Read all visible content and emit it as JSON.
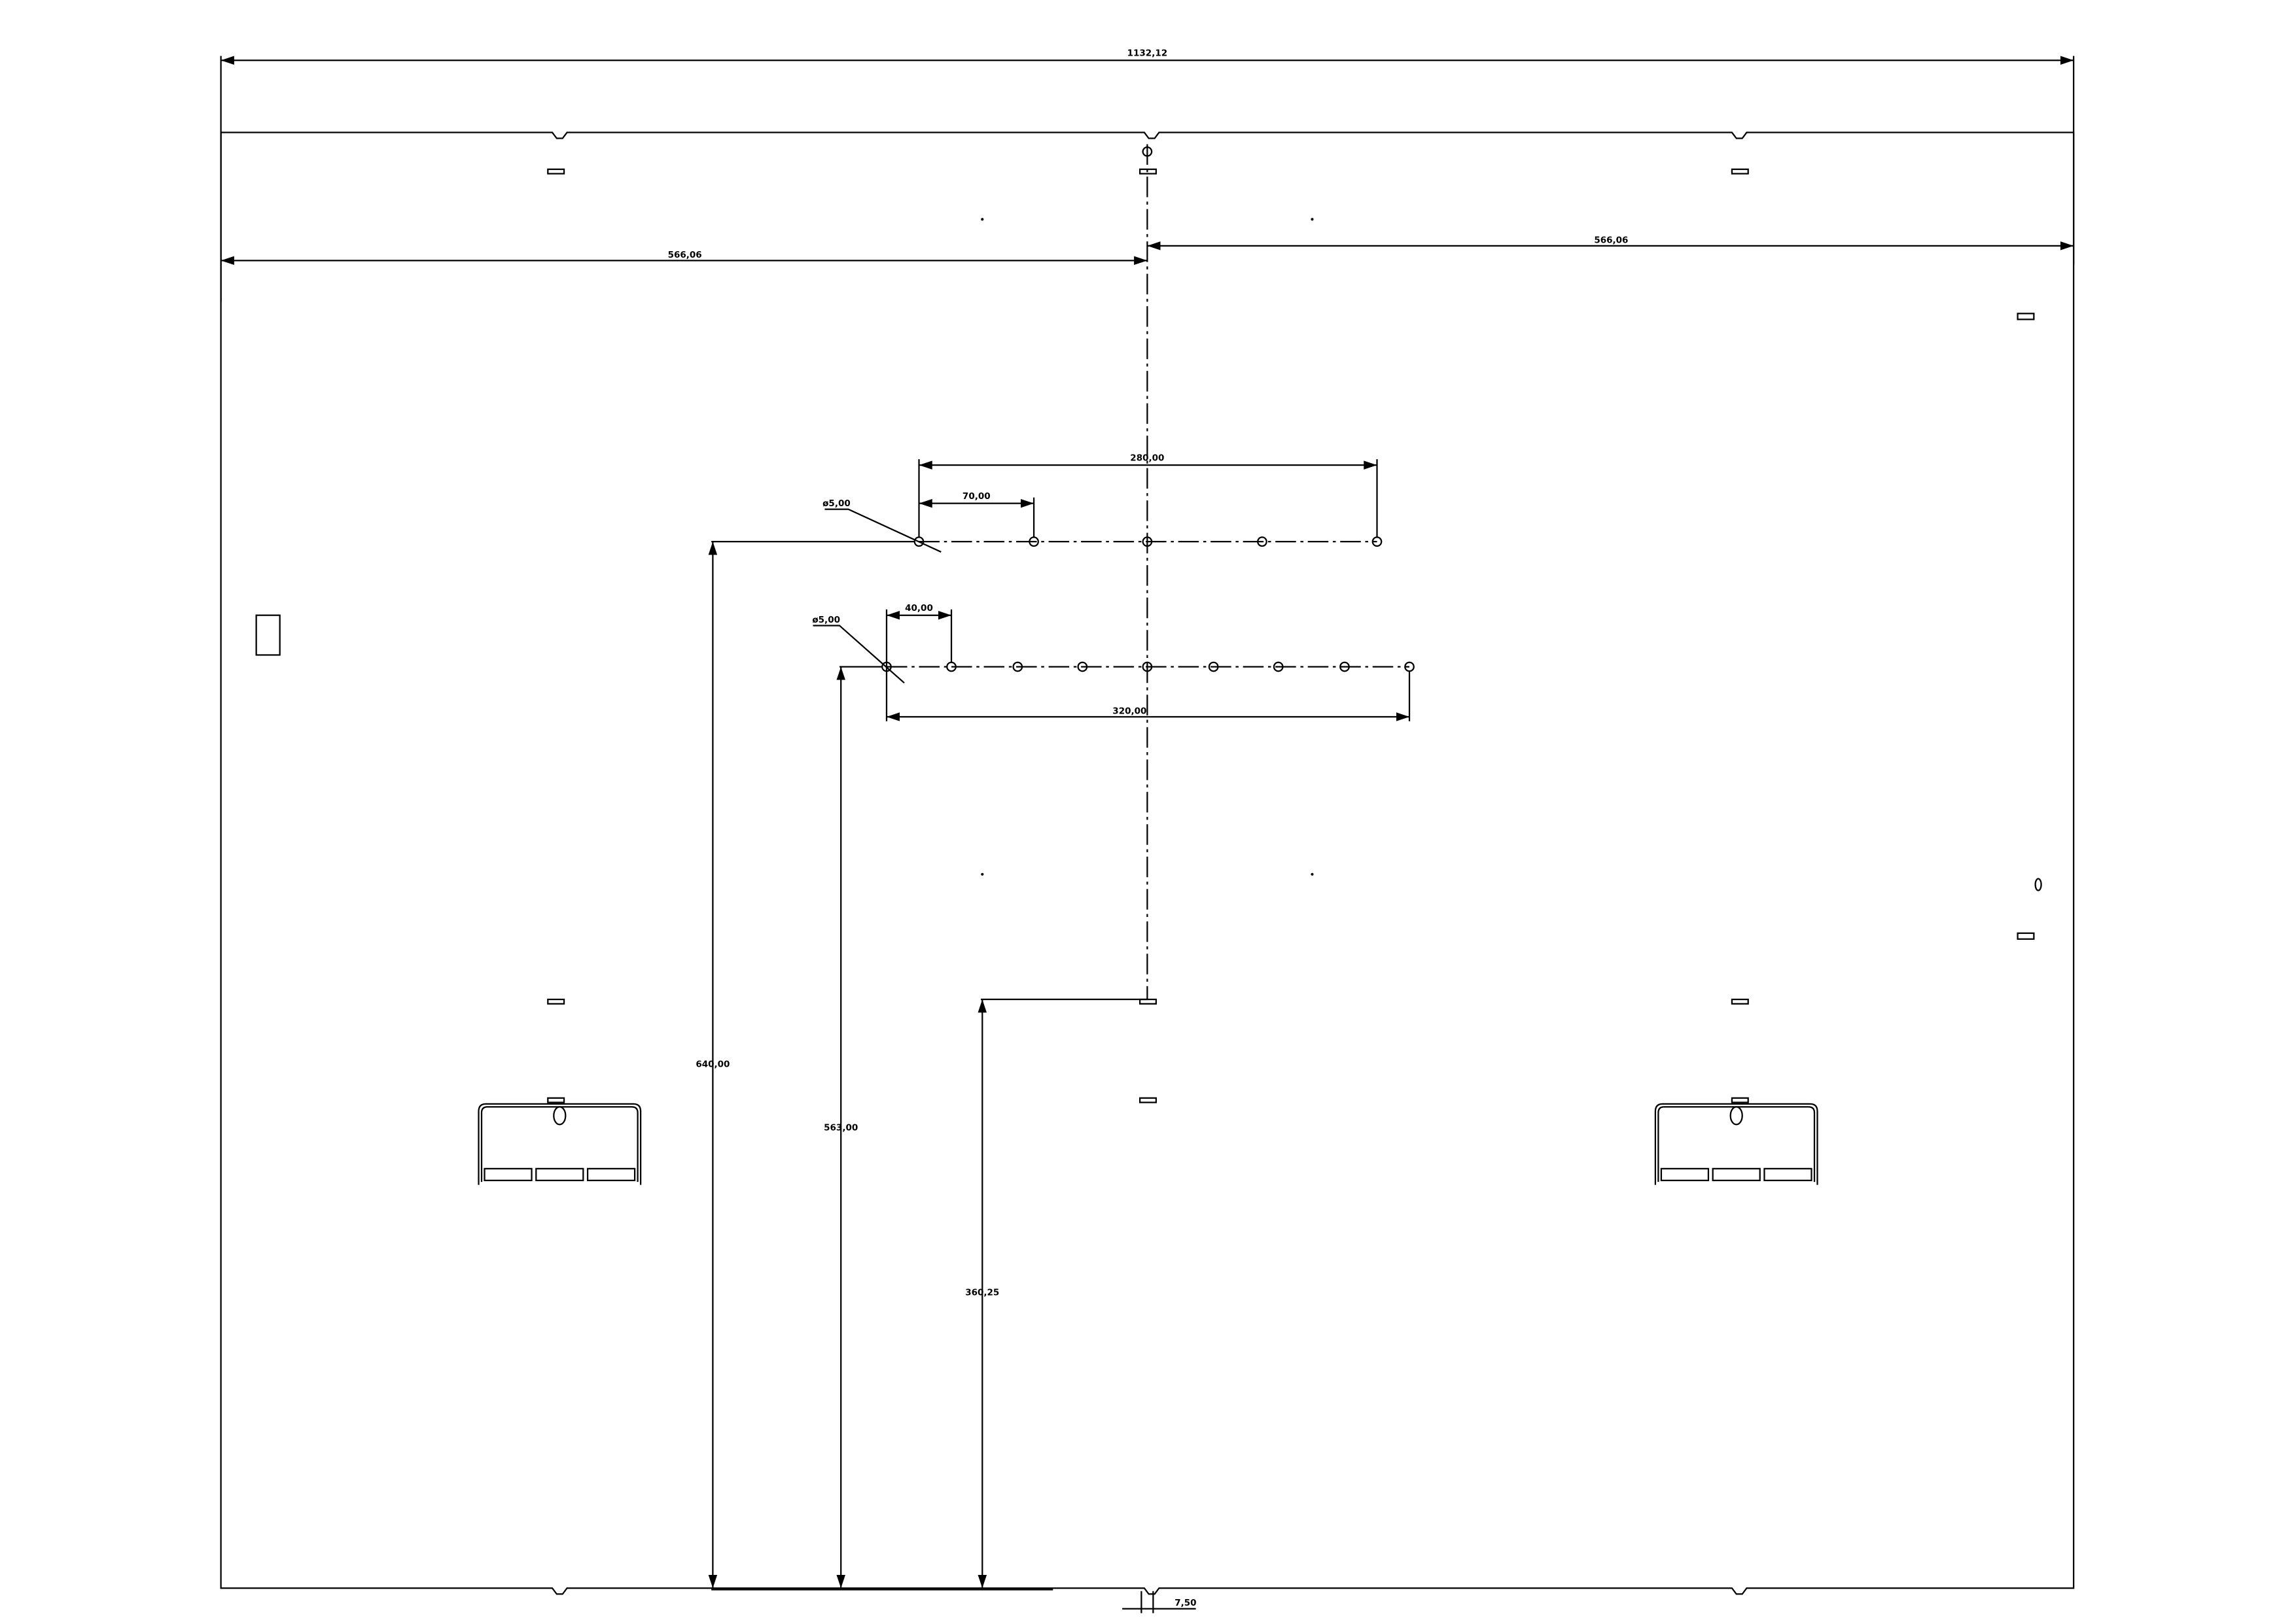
{
  "dimensions": {
    "overall_width": "1132,12",
    "left_half": "566,06",
    "right_half": "566,06",
    "upper_row_span": "280,00",
    "upper_row_pitch": "70,00",
    "upper_hole_diameter": "ø5,00",
    "lower_row_pitch": "40,00",
    "lower_hole_diameter": "ø5,00",
    "lower_row_span": "320,00",
    "upper_row_height": "640,00",
    "lower_row_height": "563,00",
    "slot_height": "360,25",
    "notch_width": "7,50"
  },
  "colors": {
    "stroke": "#000000",
    "background": "#ffffff"
  }
}
